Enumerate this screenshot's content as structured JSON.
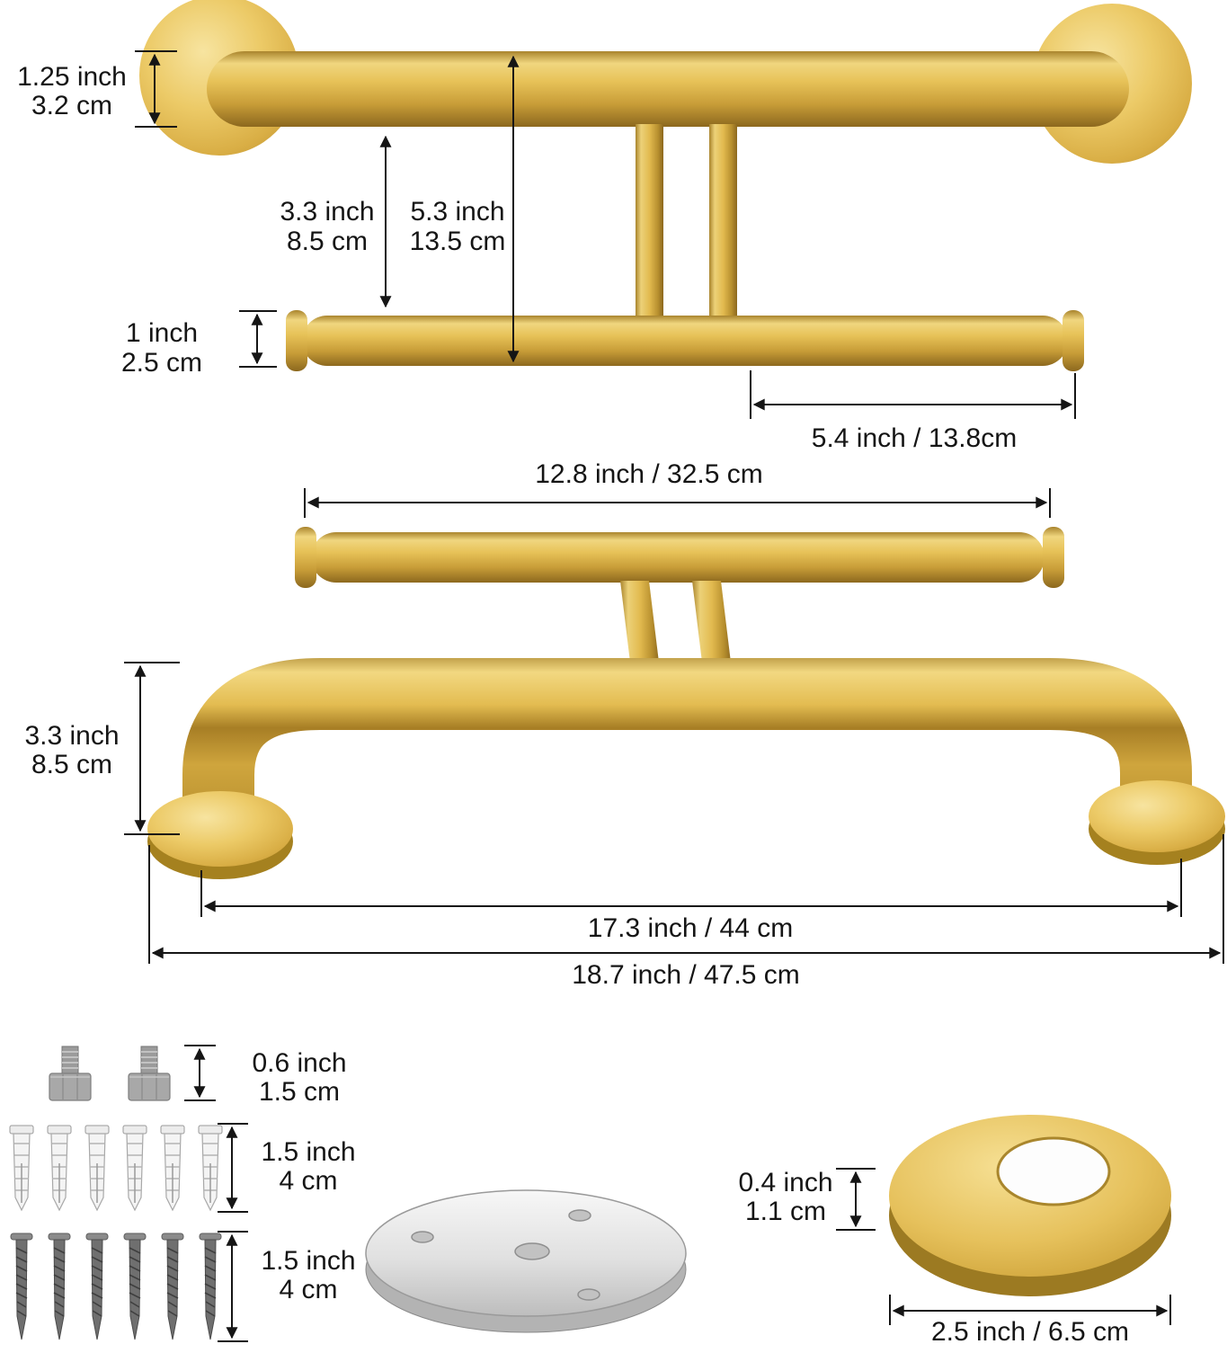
{
  "diagram": {
    "top_view": {
      "bar_diameter": {
        "inch": "1.25 inch",
        "cm": "3.2 cm"
      },
      "bar_to_holder_gap": {
        "inch": "3.3 inch",
        "cm": "8.5 cm"
      },
      "overall_drop": {
        "inch": "5.3 inch",
        "cm": "13.5 cm"
      },
      "holder_bar_diameter": {
        "inch": "1 inch",
        "cm": "2.5 cm"
      },
      "holder_arm_length": "5.4 inch / 13.8cm"
    },
    "front_view": {
      "holder_bar_length": "12.8 inch / 32.5 cm",
      "wall_clearance": {
        "inch": "3.3 inch",
        "cm": "8.5 cm"
      },
      "mounting_span": "17.3 inch / 44 cm",
      "overall_length": "18.7 inch / 47.5 cm"
    },
    "hardware": {
      "bolt_count": 2,
      "anchor_count": 6,
      "screw_count": 6,
      "bolt_length": {
        "inch": "0.6 inch",
        "cm": "1.5 cm"
      },
      "anchor_length": {
        "inch": "1.5 inch",
        "cm": "4 cm"
      },
      "screw_length": {
        "inch": "1.5 inch",
        "cm": "4 cm"
      },
      "cover_thickness": {
        "inch": "0.4 inch",
        "cm": "1.1 cm"
      },
      "cover_diameter": "2.5 inch / 6.5 cm"
    },
    "colors": {
      "brass": "#d9ab41",
      "steel": "#c9c9c9",
      "dimension": "#151515"
    }
  }
}
